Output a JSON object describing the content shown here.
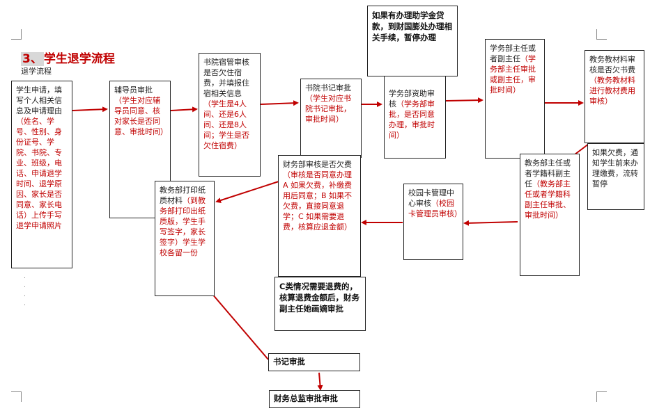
{
  "title": {
    "num": "3、",
    "text": "学生退学流程"
  },
  "subtitle": "退学流程",
  "colors": {
    "arrow": "#c00000",
    "highlight": "#c00000"
  },
  "nodes": {
    "student": {
      "black": "学生申请，填写个人相关信息及申请理由",
      "red": "（姓名、学号、性别、身份证号、学院、书院、专业、班级，电话、申请退学时间、退学原因、家长是否同意、家长电话）上传手写退学申请照片"
    },
    "counselor": {
      "black": "辅导员审批",
      "red": "（学生对应辅导员同意、核对家长是否同意、审批时间）"
    },
    "dorm": {
      "black": "书院宿管审核是否欠住宿费，并填报住宿相关信息",
      "red": "（学生是4人间、还是6人间、还是8人间；学生是否欠住宿费）"
    },
    "college_sec": {
      "black": "书院书记审批",
      "red": "（学生对应书院书记审批，审批时间）"
    },
    "aid": {
      "black": "学务部资助审核",
      "red": "（学务部审批，是否同意办理，审批时间）"
    },
    "aid_note": {
      "text": "如果有办理助学金贷款，到财国膨处办理相关手续，暂停办理"
    },
    "student_affairs": {
      "black": "学务部主任或者副主任",
      "red": "（学务部主任审批或副主任，审批时间）"
    },
    "textbook": {
      "black": "教务教材料审核是否欠书费",
      "red": "（教务教材料进行教材费用审核）"
    },
    "textbook_note": {
      "text": "如果欠费，通知学生前来办理缴费，流转暂停"
    },
    "registrar": {
      "black": "教务部主任或者学籍科副主任",
      "red": "（教务部主任或者学籍科副主任审批、审批时间）"
    },
    "campus_card": {
      "black": "校园卡管理中心审核",
      "red": "（校园卡管理员审核）"
    },
    "finance": {
      "black": "财务部审核是否欠费",
      "red": "（审核是否同意办理 A 如果欠费，补缴费用后同意；B 如果不欠费，直接同意退学；C 如果需要退费，核算应退金额）"
    },
    "refund_note": {
      "text": "C类情况需要退费的，核算退费金额后，财务副主任她画嫡审批"
    },
    "print": {
      "black": "教务部打印纸质材料",
      "red": "（到教务部打印出纸质版，学生手写签字，家长签字）学生学校各留一份"
    },
    "secretary": {
      "text": "书记审批"
    },
    "finance_director": {
      "text": "财务总监审批审批"
    }
  },
  "dots": [
    ".",
    ".",
    ".",
    "."
  ]
}
